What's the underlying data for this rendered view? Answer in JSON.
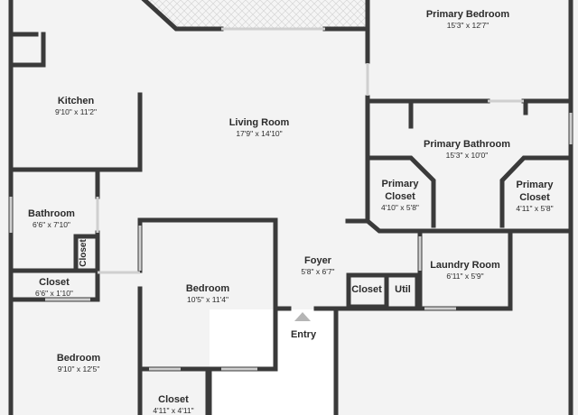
{
  "rooms": {
    "primary_bedroom": {
      "name": "Primary Bedroom",
      "dims": "15'3\" x 12'7\""
    },
    "kitchen": {
      "name": "Kitchen",
      "dims": "9'10\" x 11'2\""
    },
    "living_room": {
      "name": "Living Room",
      "dims": "17'9\" x 14'10\""
    },
    "primary_bathroom": {
      "name": "Primary Bathroom",
      "dims": "15'3\" x 10'0\""
    },
    "primary_closet_left": {
      "name": "Primary Closet",
      "dims": "4'10\" x 5'8\""
    },
    "primary_closet_right": {
      "name": "Primary Closet",
      "dims": "4'11\" x 5'8\""
    },
    "bathroom": {
      "name": "Bathroom",
      "dims": "6'6\" x 7'10\""
    },
    "hall_closet": {
      "name": "Closet"
    },
    "closet_small": {
      "name": "Closet",
      "dims": "6'6\" x 1'10\""
    },
    "bedroom_center": {
      "name": "Bedroom",
      "dims": "10'5\" x 11'4\""
    },
    "foyer": {
      "name": "Foyer",
      "dims": "5'8\" x 6'7\""
    },
    "laundry": {
      "name": "Laundry Room",
      "dims": "6'11\" x 5'9\""
    },
    "foyer_closet": {
      "name": "Closet"
    },
    "util": {
      "name": "Util"
    },
    "entry": {
      "name": "Entry"
    },
    "bedroom_left": {
      "name": "Bedroom",
      "dims": "9'10\" x 12'5\""
    },
    "closet_bottom": {
      "name": "Closet",
      "dims": "4'11\" x 4'11\""
    }
  },
  "colors": {
    "wall": "#3a3a3a",
    "floor": "#f3f3f3",
    "window": "#cfcfcf",
    "entry_arrow": "#b5b5b5"
  }
}
